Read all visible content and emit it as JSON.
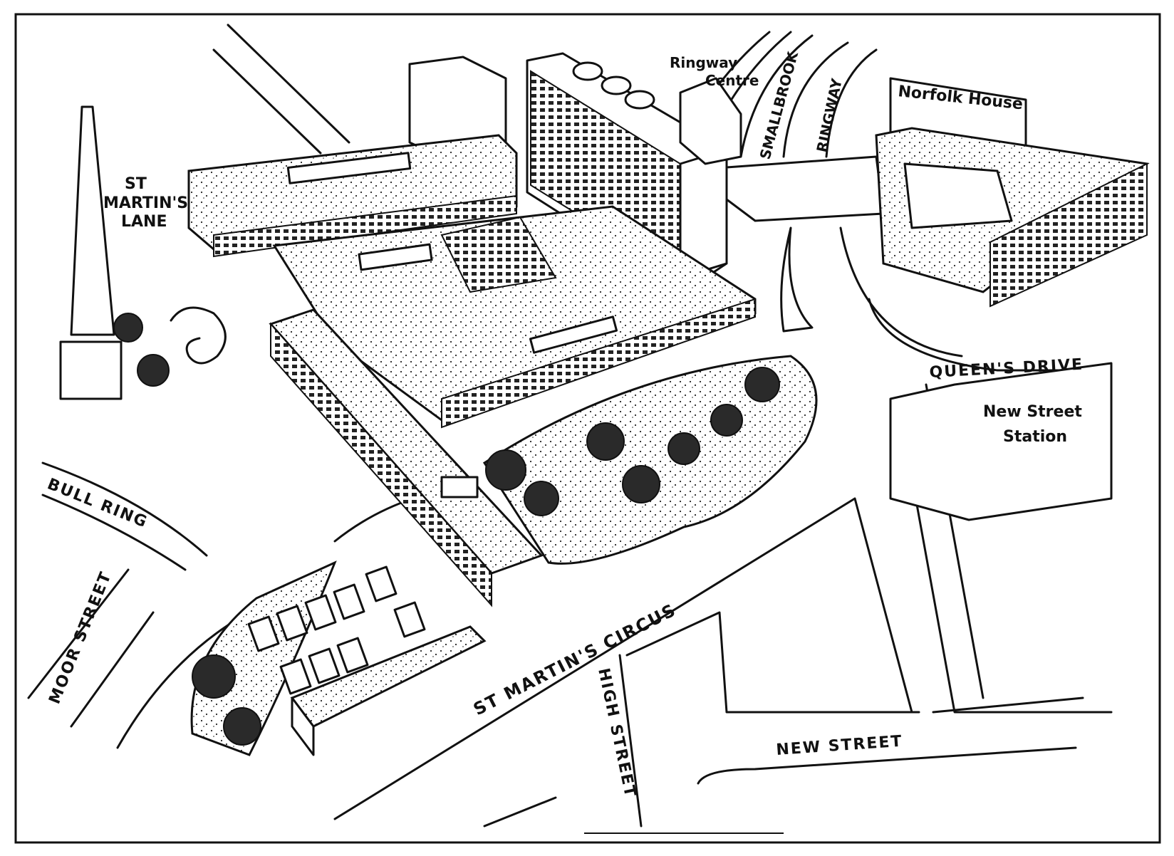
{
  "map": {
    "labels": {
      "st_martins_lane": [
        "ST",
        "MARTIN'S",
        "LANE"
      ],
      "ringway_centre": [
        "Ringway",
        "Centre"
      ],
      "smallbrook": "SMALLBROOK",
      "ringway": "RINGWAY",
      "norfolk_house": "Norfolk House",
      "queens_drive": "QUEEN'S DRIVE",
      "new_street_station": [
        "New Street",
        "Station"
      ],
      "bull_ring": "BULL RING",
      "moor_street": "MOOR STREET",
      "st_martins_circus": "ST MARTIN'S CIRCUS",
      "high_street": "HIGH STREET",
      "new_street": "NEW STREET"
    },
    "colors": {
      "ink": "#111111",
      "paper": "#ffffff",
      "frame": "#111111"
    }
  }
}
